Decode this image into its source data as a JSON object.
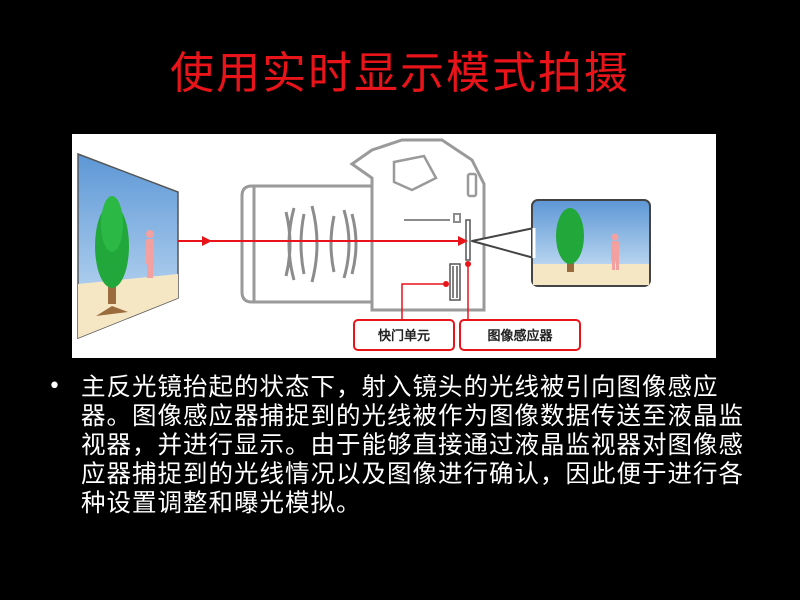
{
  "slide": {
    "title": "使用实时显示模式拍摄",
    "bullet_text": "主反光镜抬起的状态下，射入镜头的光线被引向图像感应器。图像感应器捕捉到的光线被作为图像数据传送至液晶监视器，并进行显示。由于能够直接通过液晶监视器对图像感应器捕捉到的光线情况以及图像进行确认，因此便于进行各种设置调整和曝光模拟。"
  },
  "diagram": {
    "labels": {
      "shutter_unit": "快门单元",
      "image_sensor": "图像感应器"
    },
    "colors": {
      "light_ray": "#e8141a",
      "tree": "#22a83a",
      "trunk": "#9a6b3c",
      "person": "#f2a0a0",
      "sky": "#6fa6dc",
      "ground": "#f6e7c4",
      "camera_line": "#9a9a9a"
    }
  },
  "colors": {
    "background": "#000000",
    "title": "#e8141a",
    "body_text": "#ffffff"
  }
}
